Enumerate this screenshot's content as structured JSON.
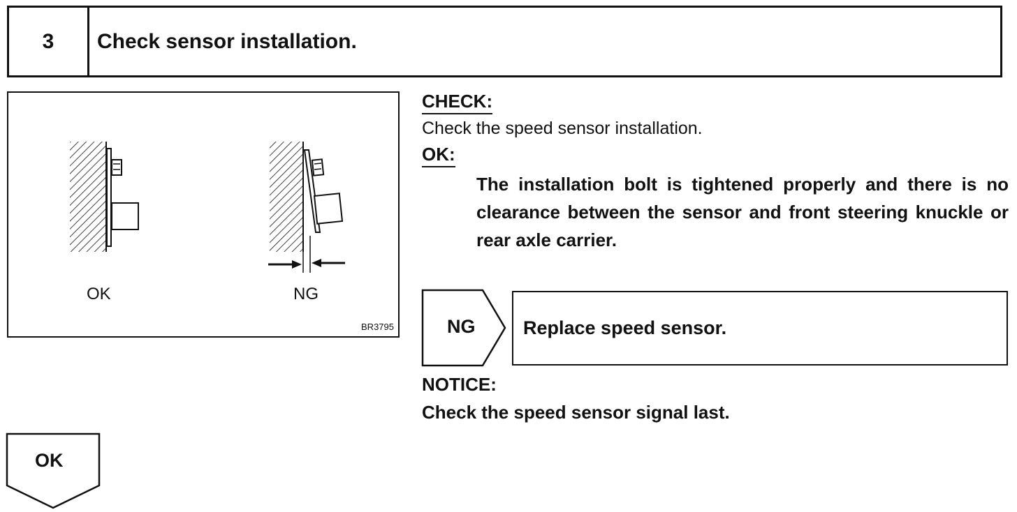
{
  "step": {
    "number": "3",
    "title": "Check sensor installation."
  },
  "figure": {
    "label_ok": "OK",
    "label_ng": "NG",
    "code": "BR3795"
  },
  "check": {
    "heading": "CHECK:",
    "text": "Check the speed sensor installation."
  },
  "ok": {
    "heading": "OK:",
    "text": "The installation bolt is tightened properly and there is no clearance between the sensor and front steering knuckle or rear axle carrier."
  },
  "ng_result": {
    "tag": "NG",
    "action": "Replace speed sensor."
  },
  "notice": {
    "heading": "NOTICE:",
    "text": "Check the speed sensor signal last."
  },
  "ok_flow": {
    "tag": "OK"
  }
}
